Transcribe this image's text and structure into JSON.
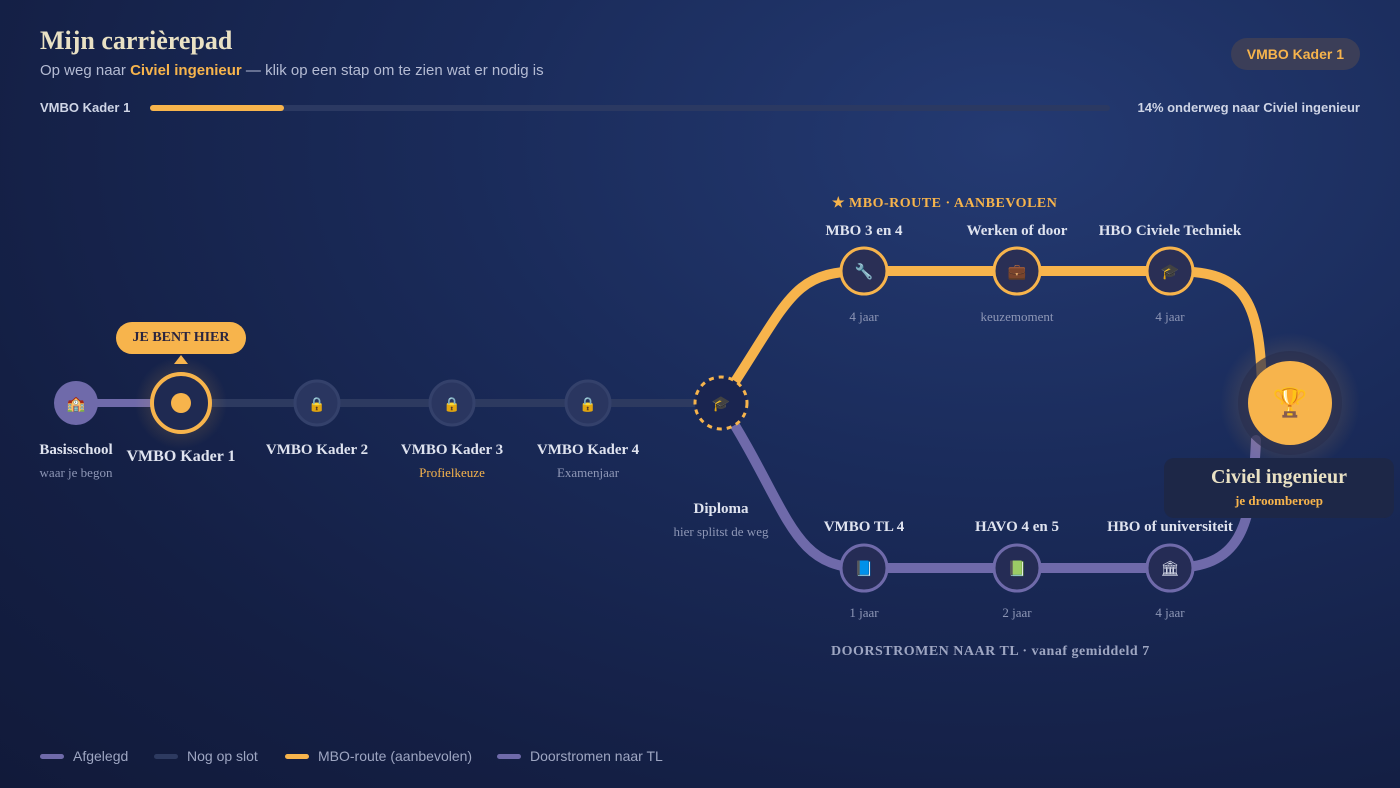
{
  "header": {
    "title": "Mijn carrièrepad",
    "subtitle_prefix": "Op weg naar ",
    "subtitle_highlight": "Civiel ingenieur",
    "subtitle_suffix": " — klik op een stap om te zien wat er nodig is",
    "badge": "VMBO Kader 1"
  },
  "progress": {
    "left_label": "VMBO Kader 1",
    "right_label": "14% onderweg naar Civiel ingenieur",
    "fraction": 0.14
  },
  "current_marker": "JE BENT HIER",
  "main_path": [
    {
      "title": "Basisschool",
      "sub": "waar je begon",
      "icon": "school-icon",
      "glyph": "🏫"
    },
    {
      "title": "VMBO Kader 1",
      "sub": "",
      "icon": "current-dot-icon",
      "glyph": ""
    },
    {
      "title": "VMBO Kader 2",
      "sub": "",
      "icon": "lock-icon",
      "glyph": "🔒"
    },
    {
      "title": "VMBO Kader 3",
      "sub": "Profielkeuze",
      "icon": "lock-icon",
      "glyph": "🔒"
    },
    {
      "title": "VMBO Kader 4",
      "sub": "Examenjaar",
      "icon": "lock-icon",
      "glyph": "🔒"
    }
  ],
  "split": {
    "title": "Diploma",
    "sub": "hier splitst de weg",
    "icon": "graduation-cap-icon",
    "glyph": "🎓"
  },
  "mbo_route": {
    "tag": "★ MBO-ROUTE · AANBEVOLEN",
    "steps": [
      {
        "title": "MBO 3 en 4",
        "sub": "4 jaar",
        "icon": "wrench-icon",
        "glyph": "🔧"
      },
      {
        "title": "Werken of door",
        "sub": "keuzemoment",
        "icon": "briefcase-icon",
        "glyph": "💼"
      },
      {
        "title": "HBO Civiele Techniek",
        "sub": "4 jaar",
        "icon": "graduation-cap-icon",
        "glyph": "🎓"
      }
    ]
  },
  "tl_route": {
    "tag": "DOORSTROMEN NAAR TL · vanaf gemiddeld 7",
    "steps": [
      {
        "title": "VMBO TL 4",
        "sub": "1 jaar",
        "icon": "book-icon",
        "glyph": "📘"
      },
      {
        "title": "HAVO 4 en 5",
        "sub": "2 jaar",
        "icon": "notebook-icon",
        "glyph": "📗"
      },
      {
        "title": "HBO of universiteit",
        "sub": "4 jaar",
        "icon": "university-icon",
        "glyph": "🏛"
      }
    ]
  },
  "goal": {
    "title": "Civiel ingenieur",
    "sub": "je droomberoep",
    "icon": "trophy-icon",
    "glyph": "🏆"
  },
  "legend": [
    {
      "label": "Afgelegd",
      "color": "#6f6aaa"
    },
    {
      "label": "Nog op slot",
      "color": "#2d3a60"
    },
    {
      "label": "MBO-route (aanbevolen)",
      "color": "#f7b44c"
    },
    {
      "label": "Doorstromen naar TL",
      "color": "#6f6aaa"
    }
  ],
  "colors": {
    "accent": "#f7b44c",
    "done": "#6f6aaa",
    "locked": "#2d3a60"
  }
}
